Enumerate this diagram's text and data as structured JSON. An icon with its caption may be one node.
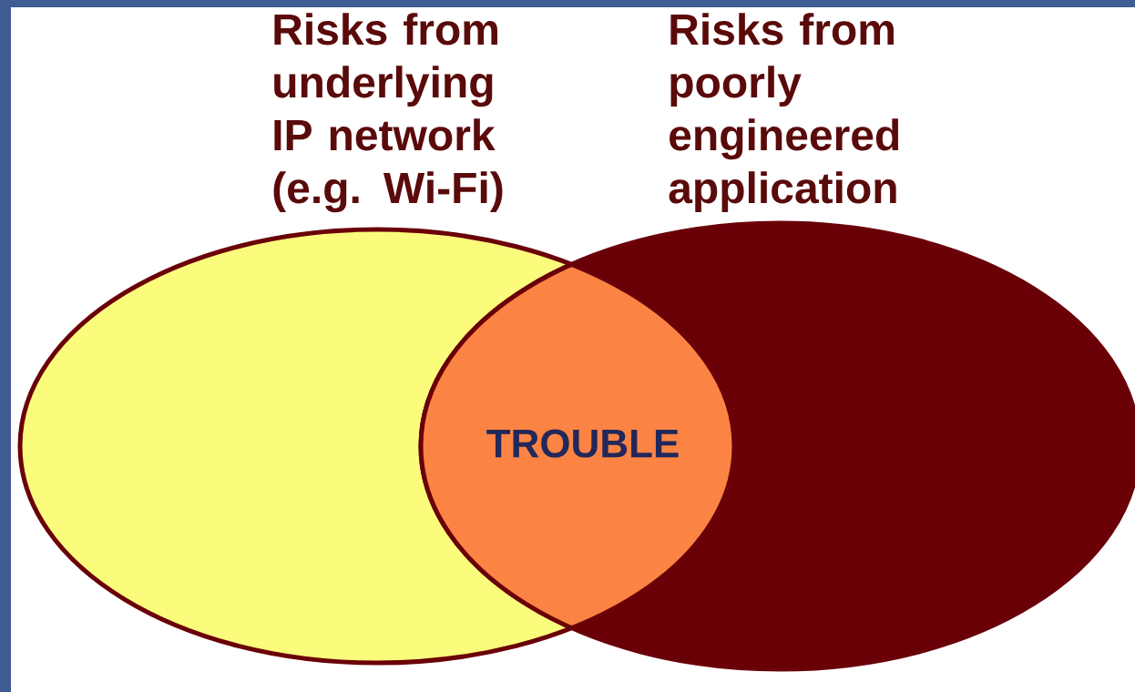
{
  "diagram": {
    "nodes": [
      {
        "text": [
          "Risks from underlying IP network (e.g. Wi-Fi)"
        ]
      },
      {
        "text": [
          "Risks from poorly engineered application"
        ]
      },
      {
        "text": [
          "TROUBLE"
        ]
      }
    ]
  }
}
